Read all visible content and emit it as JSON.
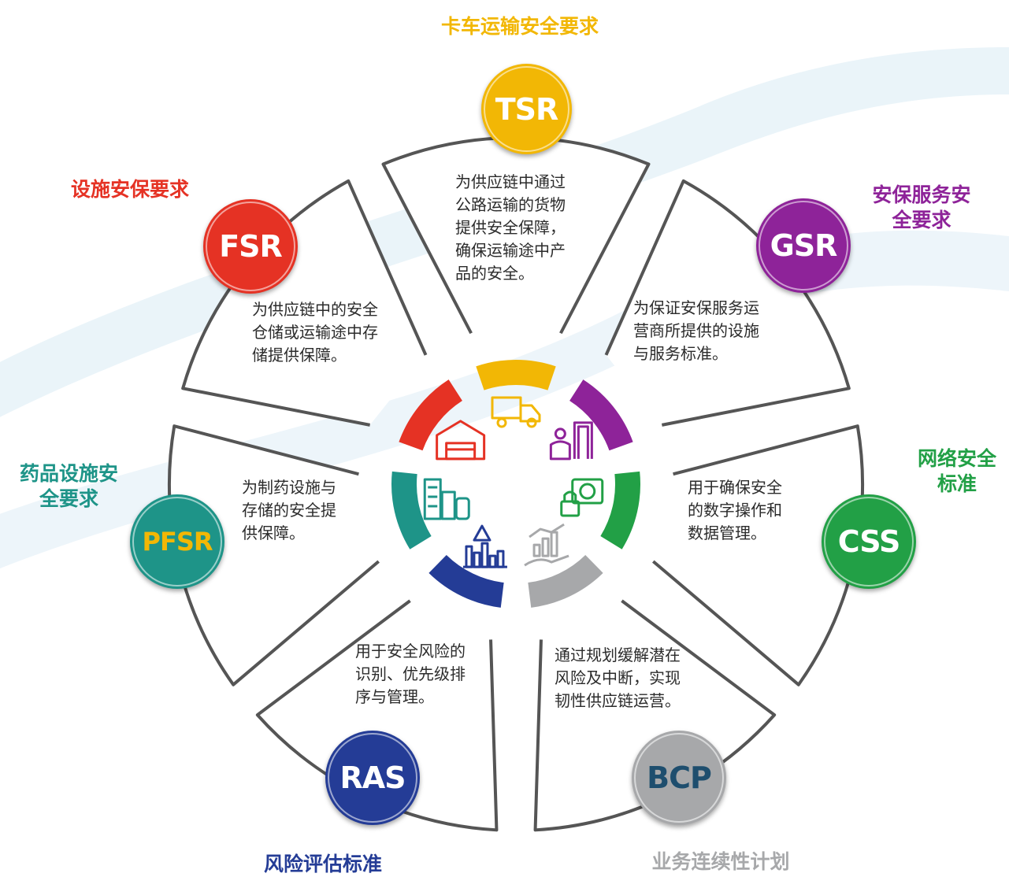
{
  "segments": [
    {
      "key": "tsr",
      "code": "TSR",
      "title": "卡车运输安全要求",
      "color": "#F2B705",
      "code_color": "#ffffff",
      "desc": [
        "为供应链中通过",
        "公路运输的货物",
        "提供安全保障，",
        "确保运输途中产",
        "品的安全。"
      ],
      "icon": "delivery-truck-icon"
    },
    {
      "key": "gsr",
      "code": "GSR",
      "title": "安保服务安\n全要求",
      "color": "#8E2399",
      "code_color": "#ffffff",
      "desc": [
        "为保证安保服务运",
        "营商所提供的设施",
        "与服务标准。"
      ],
      "icon": "security-guard-scanner-icon"
    },
    {
      "key": "css",
      "code": "CSS",
      "title": "网络安全\n标准",
      "color": "#22A046",
      "code_color": "#ffffff",
      "desc": [
        "用于确保安全",
        "的数字操作和",
        "数据管理。"
      ],
      "icon": "cyber-lock-icon"
    },
    {
      "key": "bcp",
      "code": "BCP",
      "title": "业务连续性计划",
      "color": "#A7A8AA",
      "code_color": "#1E4E6E",
      "desc": [
        "通过规划缓解潜在",
        "风险及中断，实现",
        "韧性供应链运营。"
      ],
      "icon": "growth-chart-hand-icon"
    },
    {
      "key": "ras",
      "code": "RAS",
      "title": "风险评估标准",
      "color": "#243C96",
      "code_color": "#ffffff",
      "desc": [
        "用于安全风险的",
        "识别、优先级排",
        "序与管理。"
      ],
      "icon": "risk-bar-chart-icon"
    },
    {
      "key": "pfsr",
      "code": "PFSR",
      "title": "药品设施安\n全要求",
      "color": "#1E9488",
      "code_color": "#F2B705",
      "desc": [
        "为制药设施与",
        "存储的安全提",
        "供保障。"
      ],
      "icon": "pharma-building-icon"
    },
    {
      "key": "fsr",
      "code": "FSR",
      "title": "设施安保要求",
      "color": "#E53224",
      "code_color": "#ffffff",
      "desc": [
        "为供应链中的安全",
        "仓储或运输途中存",
        "储提供保障。"
      ],
      "icon": "warehouse-icon"
    }
  ]
}
